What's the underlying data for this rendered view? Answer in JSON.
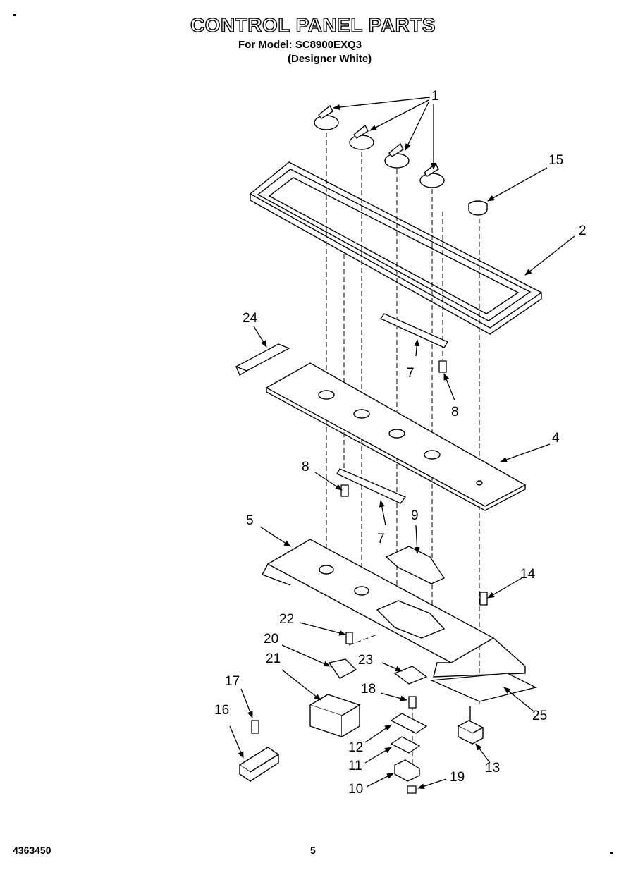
{
  "header": {
    "title": "CONTROL PANEL PARTS",
    "model_line": "For Model: SC8900EXQ3",
    "finish_line": "(Designer White)"
  },
  "footer": {
    "document_number": "4363450",
    "page_number": "5"
  },
  "callouts": {
    "c1": "1",
    "c2": "2",
    "c4": "4",
    "c5": "5",
    "c7a": "7",
    "c7b": "7",
    "c8a": "8",
    "c8b": "8",
    "c9": "9",
    "c10": "10",
    "c11": "11",
    "c12": "12",
    "c13": "13",
    "c14": "14",
    "c15": "15",
    "c16": "16",
    "c17": "17",
    "c18": "18",
    "c19": "19",
    "c20": "20",
    "c21": "21",
    "c22": "22",
    "c23": "23",
    "c24": "24",
    "c25": "25"
  }
}
